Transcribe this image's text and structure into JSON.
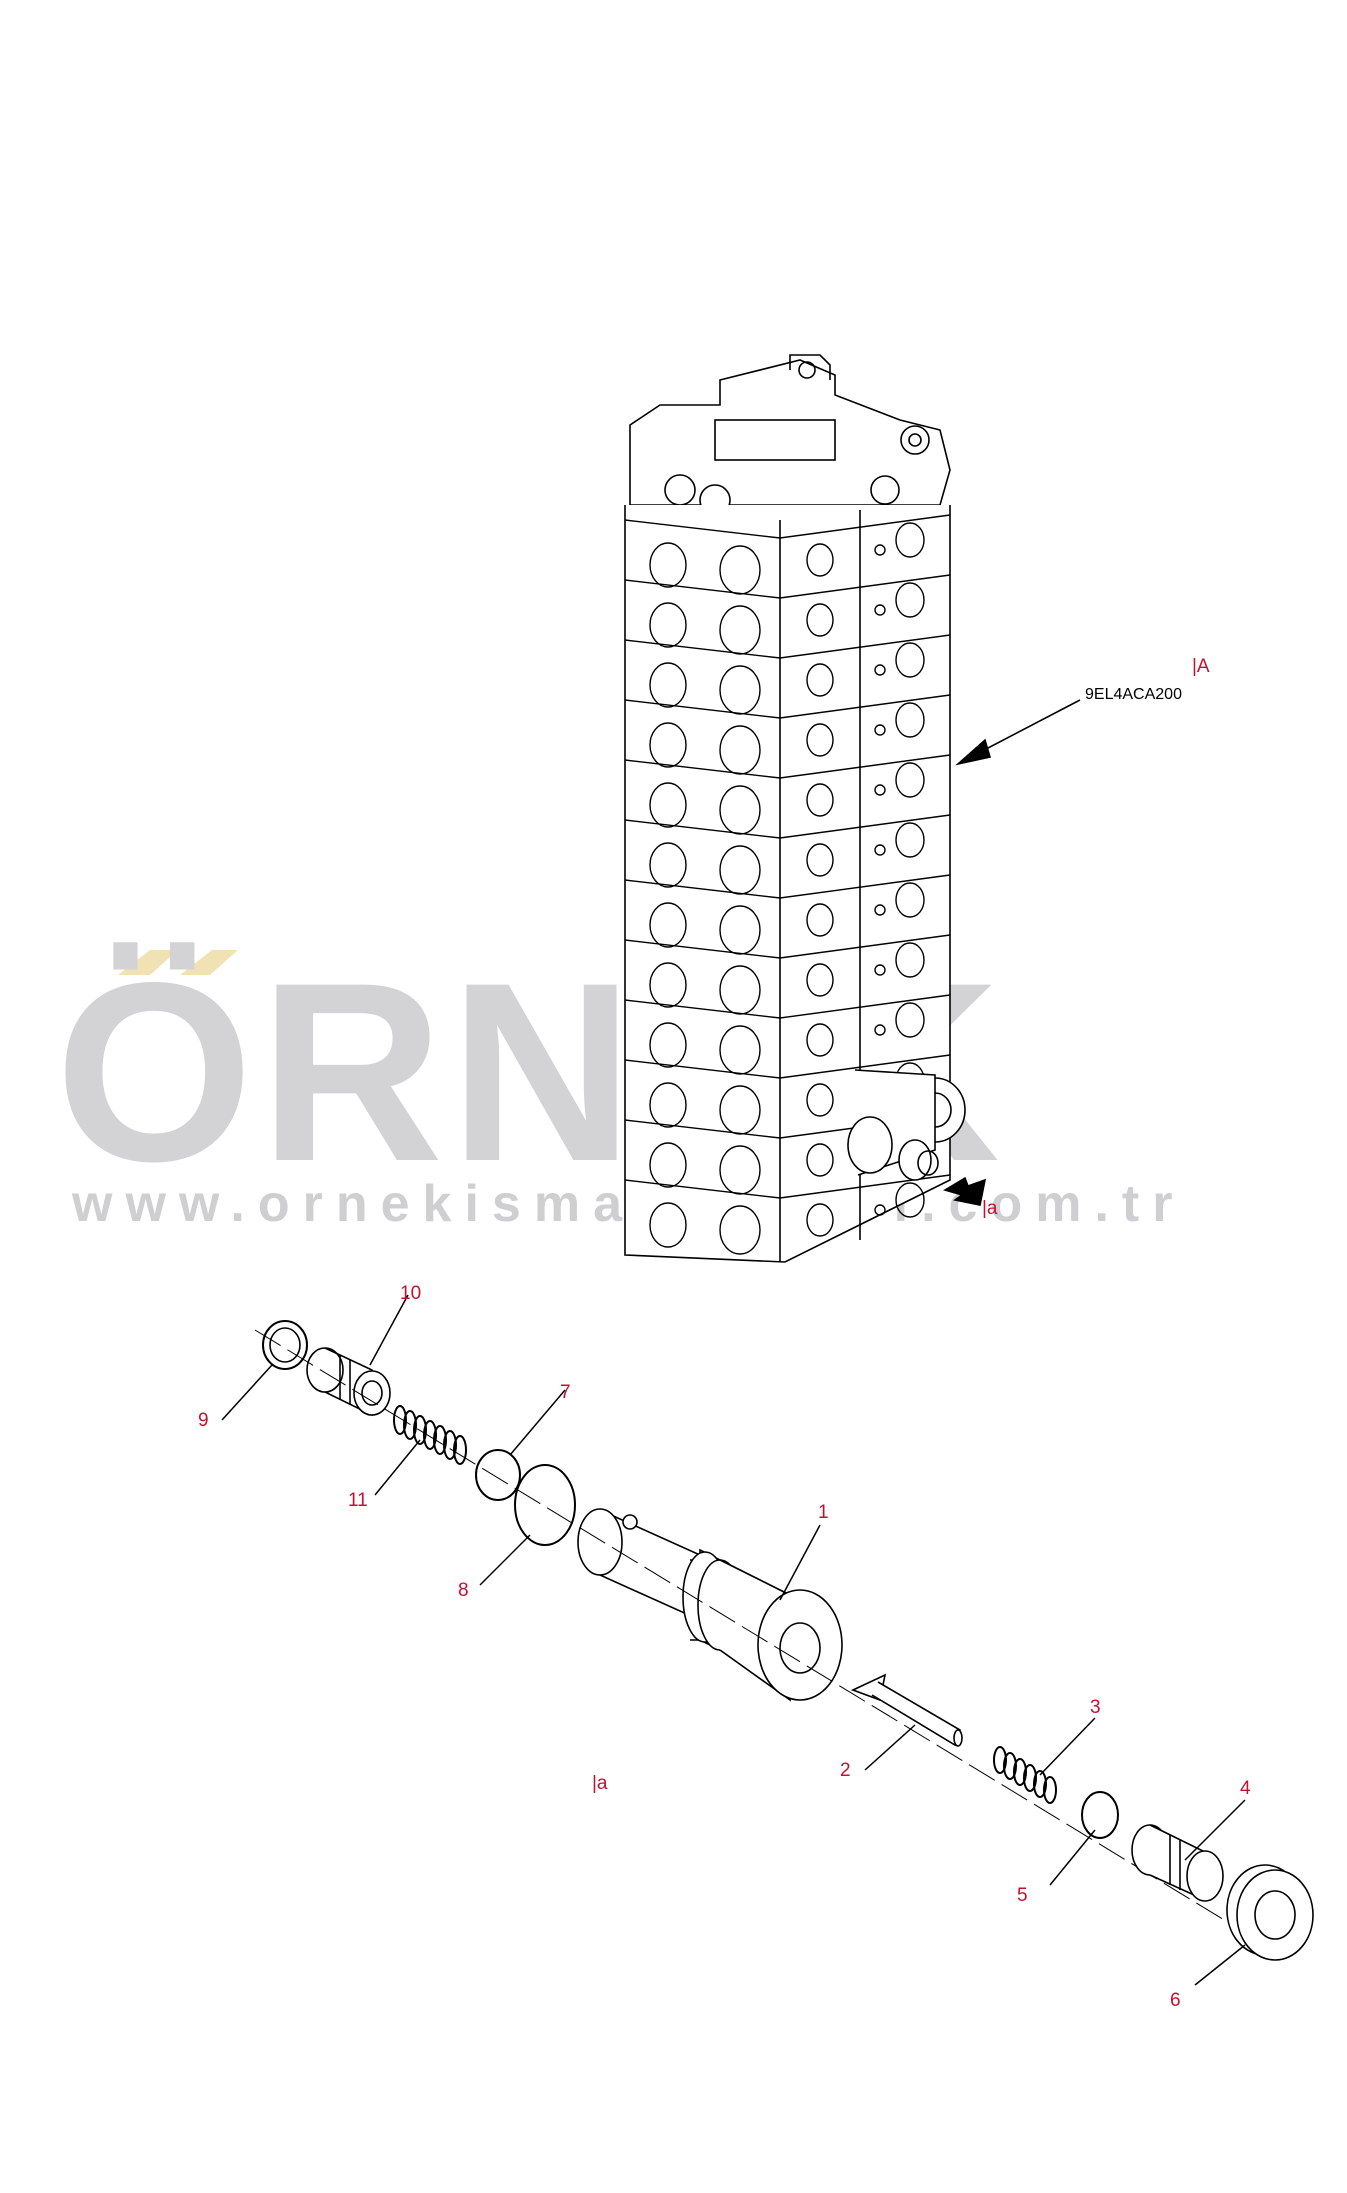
{
  "watermark": {
    "brand": "ÖRNEK",
    "url": "www.ornekismakinalari.com.tr"
  },
  "annotations": {
    "section_a_upper": "|A",
    "section_a_code": "9EL4ACA200",
    "view_a_upper": "|a",
    "view_a_lower": "|a"
  },
  "callouts": [
    "1",
    "2",
    "3",
    "4",
    "5",
    "6",
    "7",
    "8",
    "9",
    "10",
    "11"
  ],
  "colors": {
    "label": "#c8102e",
    "line": "#000000",
    "watermark": "#d3d3d5",
    "watermark_accent": "#f1e2b4"
  }
}
